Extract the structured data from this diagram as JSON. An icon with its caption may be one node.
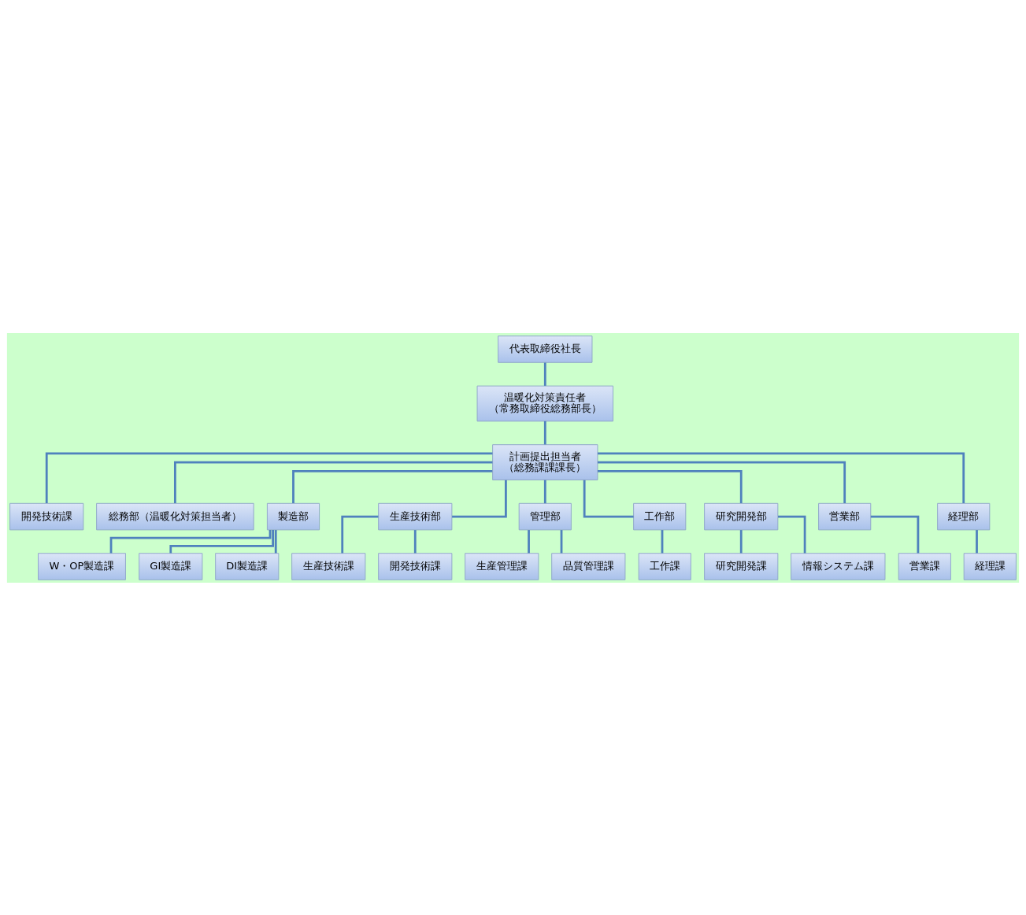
{
  "diagram": {
    "nodes": [
      {
        "text": [
          "代表取締役社長"
        ]
      },
      {
        "text": [
          "温暖化対策責任者",
          "（常務取締役総務部長）"
        ]
      },
      {
        "text": [
          "計画提出担当者",
          "（総務課課課長）"
        ]
      },
      {
        "text": [
          "開発技術課"
        ]
      },
      {
        "text": [
          "総務部（温暖化対策担当者）"
        ]
      },
      {
        "text": [
          "製造部"
        ]
      },
      {
        "text": [
          "生産技術部"
        ]
      },
      {
        "text": [
          "管理部"
        ]
      },
      {
        "text": [
          "工作部"
        ]
      },
      {
        "text": [
          "研究開発部"
        ]
      },
      {
        "text": [
          "営業部"
        ]
      },
      {
        "text": [
          "経理部"
        ]
      },
      {
        "text": [
          "W・OP製造課"
        ]
      },
      {
        "text": [
          "GI製造課"
        ]
      },
      {
        "text": [
          "DI製造課"
        ]
      },
      {
        "text": [
          "生産技術課"
        ]
      },
      {
        "text": [
          "開発技術課"
        ]
      },
      {
        "text": [
          "生産管理課"
        ]
      },
      {
        "text": [
          "品質管理課"
        ]
      },
      {
        "text": [
          "工作課"
        ]
      },
      {
        "text": [
          "研究開発課"
        ]
      },
      {
        "text": [
          "情報システム課"
        ]
      },
      {
        "text": [
          "営業課"
        ]
      },
      {
        "text": [
          "経理課"
        ]
      }
    ],
    "edges": [
      {
        "from": 0,
        "to": 1,
        "arrow": "none"
      },
      {
        "from": 1,
        "to": 2,
        "arrow": "none"
      },
      {
        "from": 2,
        "to": 3,
        "arrow": "none"
      },
      {
        "from": 2,
        "to": 4,
        "arrow": "none"
      },
      {
        "from": 2,
        "to": 5,
        "arrow": "none"
      },
      {
        "from": 2,
        "to": 6,
        "arrow": "none"
      },
      {
        "from": 2,
        "to": 7,
        "arrow": "none"
      },
      {
        "from": 2,
        "to": 8,
        "arrow": "none"
      },
      {
        "from": 2,
        "to": 9,
        "arrow": "none"
      },
      {
        "from": 2,
        "to": 10,
        "arrow": "none"
      },
      {
        "from": 2,
        "to": 11,
        "arrow": "none"
      },
      {
        "from": 5,
        "to": 12,
        "arrow": "none"
      },
      {
        "from": 5,
        "to": 13,
        "arrow": "none"
      },
      {
        "from": 5,
        "to": 14,
        "arrow": "none"
      },
      {
        "from": 6,
        "to": 15,
        "arrow": "none"
      },
      {
        "from": 6,
        "to": 16,
        "arrow": "none"
      },
      {
        "from": 7,
        "to": 17,
        "arrow": "none"
      },
      {
        "from": 7,
        "to": 18,
        "arrow": "none"
      },
      {
        "from": 8,
        "to": 19,
        "arrow": "none"
      },
      {
        "from": 9,
        "to": 20,
        "arrow": "none"
      },
      {
        "from": 9,
        "to": 21,
        "arrow": "none"
      },
      {
        "from": 10,
        "to": 22,
        "arrow": "none"
      },
      {
        "from": 11,
        "to": 23,
        "arrow": "none"
      }
    ]
  }
}
